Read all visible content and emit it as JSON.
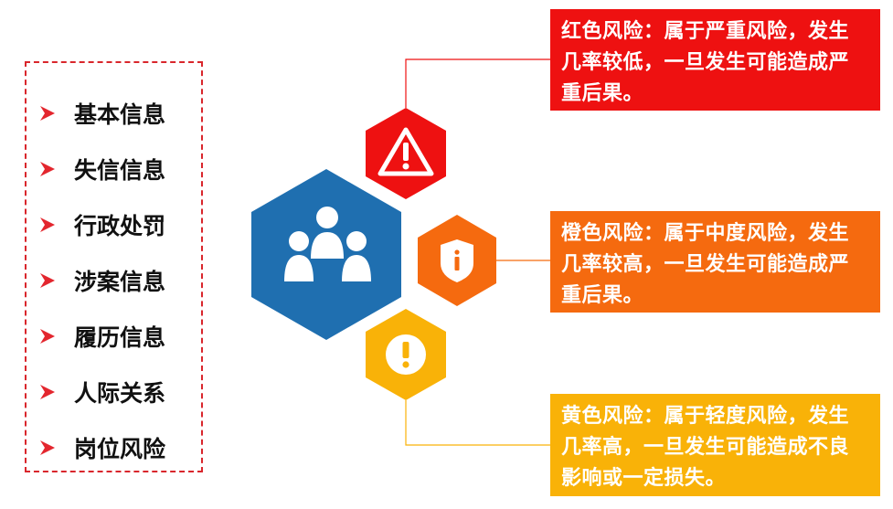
{
  "categories": {
    "items": [
      "基本信息",
      "失信信息",
      "行政处罚",
      "涉案信息",
      "履历信息",
      "人际关系",
      "岗位风险"
    ]
  },
  "risks": {
    "red": {
      "text": "红色风险：属于严重风险，发生几率较低，一旦发生可能造成严重后果。",
      "color": "#ee1111",
      "icon": "warning-triangle-icon"
    },
    "orange": {
      "text": "橙色风险：属于中度风险，发生几率较高，一旦发生可能造成严重后果。",
      "color": "#f56a0f",
      "icon": "shield-info-icon"
    },
    "yellow": {
      "text": "黄色风险：属于轻度风险，发生几率高，一旦发生可能造成不良影响或一定损失。",
      "color": "#f9b208",
      "icon": "exclamation-circle-icon"
    }
  },
  "center": {
    "icon": "people-group-icon",
    "color": "#1f6fb0"
  },
  "accent": {
    "list_border": "#d9262c",
    "arrow": "#e3262e"
  }
}
